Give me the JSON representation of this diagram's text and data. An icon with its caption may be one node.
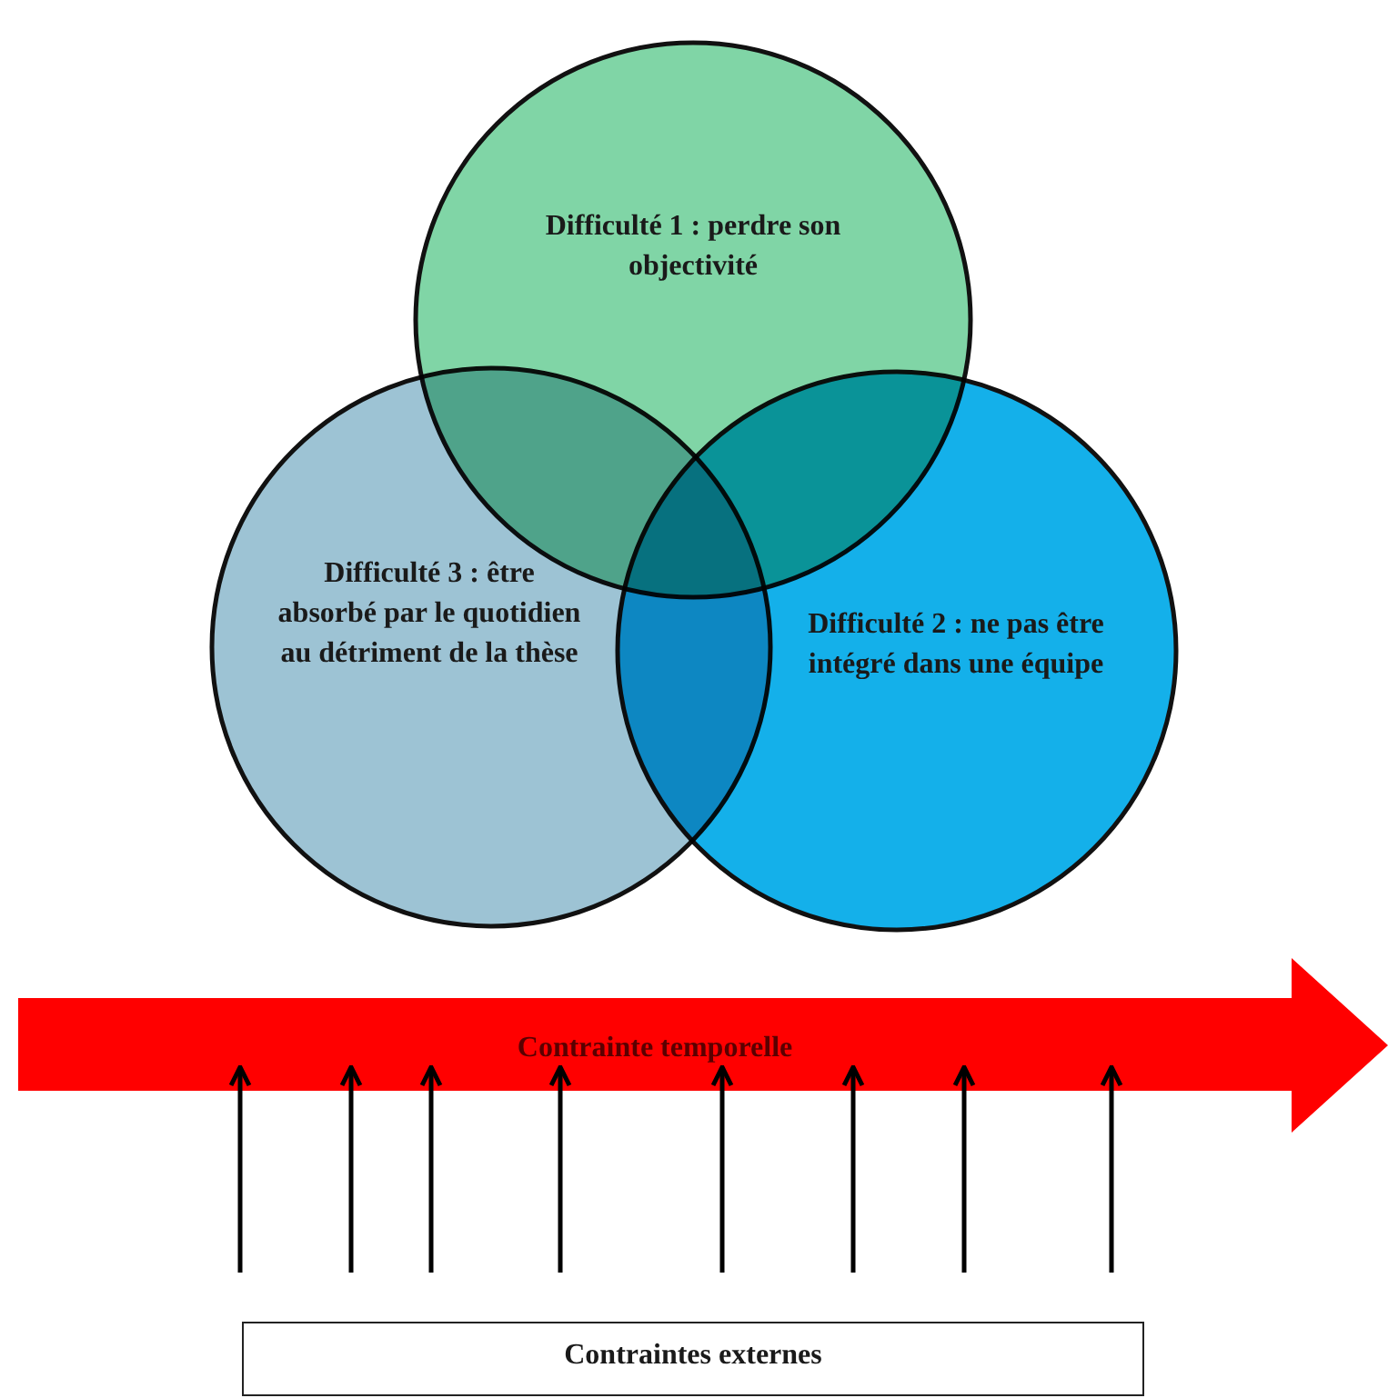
{
  "diagram": {
    "nodes": [
      {
        "text": [
          "Difficulté 1 : perdre son objectivité"
        ]
      },
      {
        "text": [
          "Difficulté 3 : être absorbé par le quotidien au détriment de la thèse"
        ]
      },
      {
        "text": [
          "Difficulté 2 : ne pas être intégré dans une équipe"
        ]
      },
      {
        "text": [
          "Contrainte temporelle"
        ]
      },
      {
        "text": [
          "Contraintes externes"
        ]
      }
    ],
    "edges": [
      {
        "from": null,
        "to": 3,
        "arrow": "to"
      },
      {
        "from": null,
        "to": 3,
        "arrow": "to"
      },
      {
        "from": null,
        "to": 3,
        "arrow": "to"
      },
      {
        "from": null,
        "to": 3,
        "arrow": "to"
      },
      {
        "from": null,
        "to": 3,
        "arrow": "to"
      },
      {
        "from": null,
        "to": 3,
        "arrow": "to"
      },
      {
        "from": null,
        "to": 3,
        "arrow": "to"
      },
      {
        "from": null,
        "to": 3,
        "arrow": "to"
      }
    ]
  }
}
